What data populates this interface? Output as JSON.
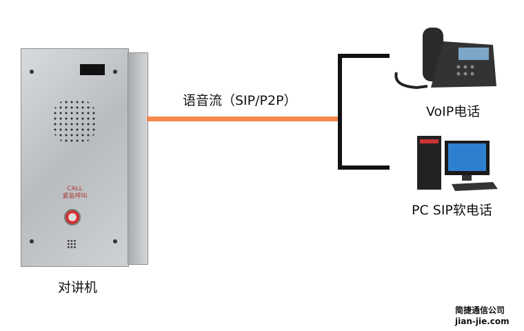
{
  "labels": {
    "intercom": "对讲机",
    "stream": "语音流（SIP/P2P）",
    "voip_phone": "VoIP电话",
    "pc_softphone": "PC SIP软电话"
  },
  "device": {
    "call_label": "CALL",
    "call_label_cn": "紧急呼叫"
  },
  "watermark": {
    "company": "简捷通信公司",
    "url": "jian-jie.com"
  },
  "colors": {
    "stream_line": "#f58a4a",
    "bracket": "#111111"
  }
}
